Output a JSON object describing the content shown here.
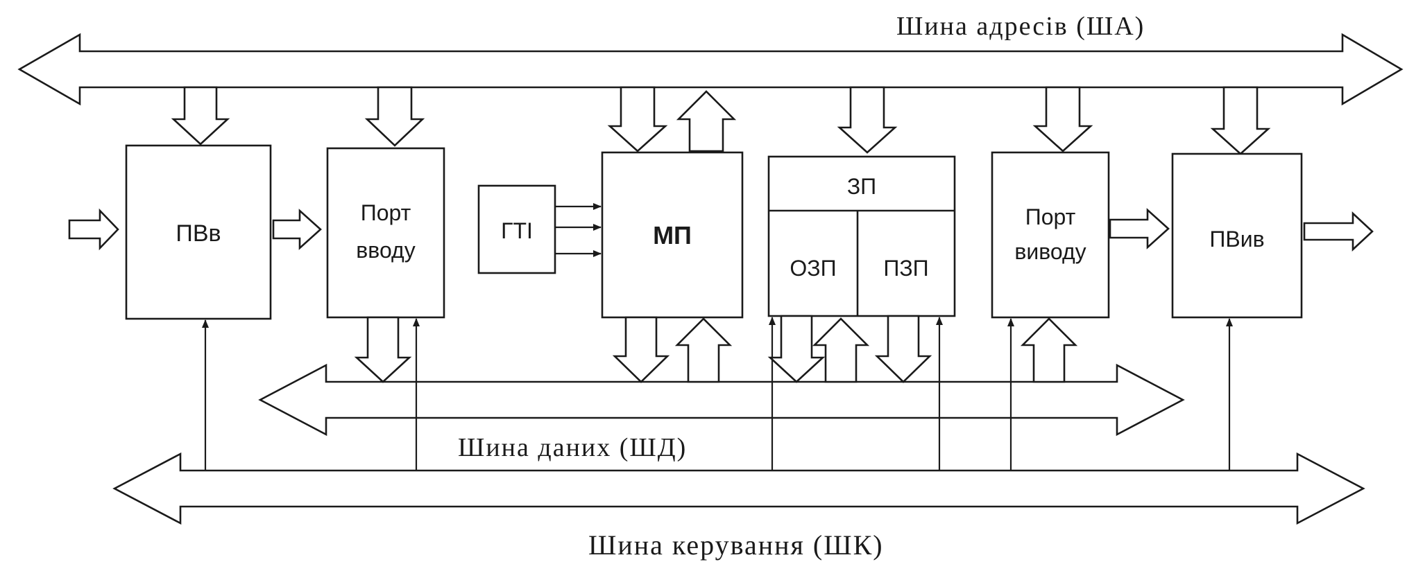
{
  "buses": {
    "address": "Шина адресів (ША)",
    "data": "Шина даних (ШД)",
    "control": "Шина керування (ШК)"
  },
  "blocks": {
    "input_device": "ПВв",
    "input_port_line1": "Порт",
    "input_port_line2": "вводу",
    "clock_generator": "ГТІ",
    "microprocessor": "МП",
    "memory": "ЗП",
    "ram": "ОЗП",
    "rom": "ПЗП",
    "output_port_line1": "Порт",
    "output_port_line2": "виводу",
    "output_device": "ПВив"
  }
}
